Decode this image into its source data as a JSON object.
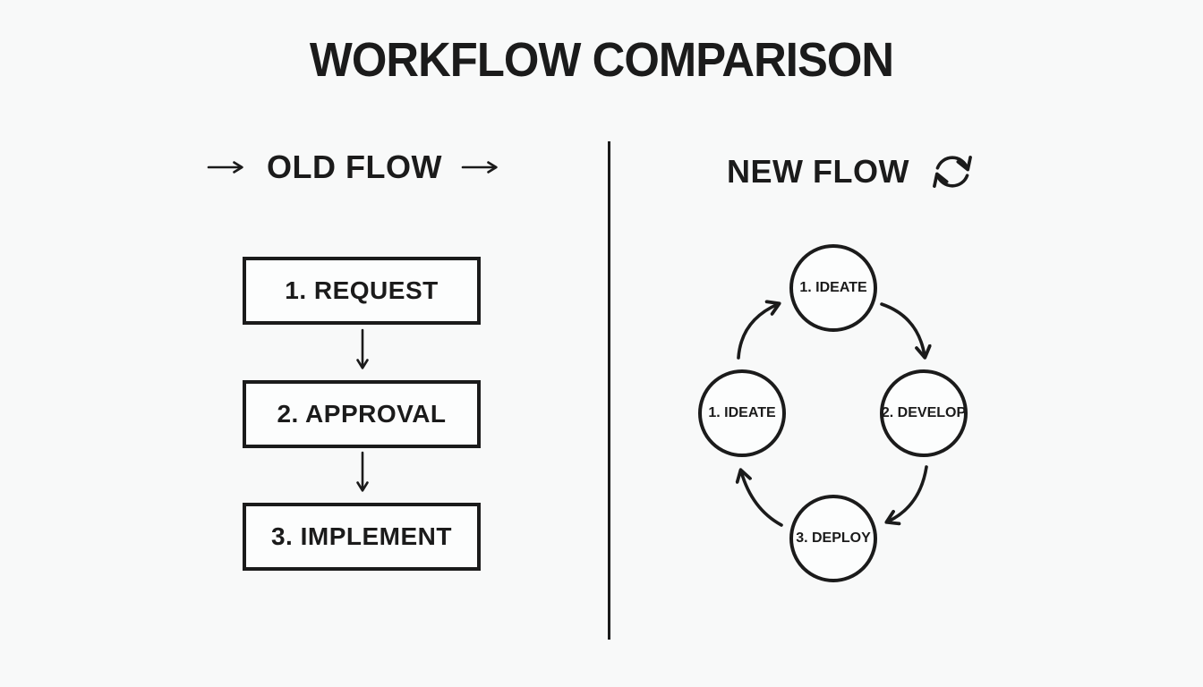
{
  "title": "WORKFLOW COMPARISON",
  "colors": {
    "ink": "#1b1b1b",
    "background": "#f8f9f9"
  },
  "old_flow": {
    "heading": "OLD FLOW",
    "steps": [
      {
        "label": "1. REQUEST"
      },
      {
        "label": "2. APPROVAL"
      },
      {
        "label": "3. IMPLEMENT"
      }
    ]
  },
  "new_flow": {
    "heading": "NEW FLOW",
    "nodes": [
      {
        "position": "top",
        "label": "1. IDEATE"
      },
      {
        "position": "right",
        "label": "2. DEVELOP"
      },
      {
        "position": "bottom",
        "label": "3. DEPLOY"
      },
      {
        "position": "left",
        "label": "1. IDEATE"
      }
    ]
  }
}
